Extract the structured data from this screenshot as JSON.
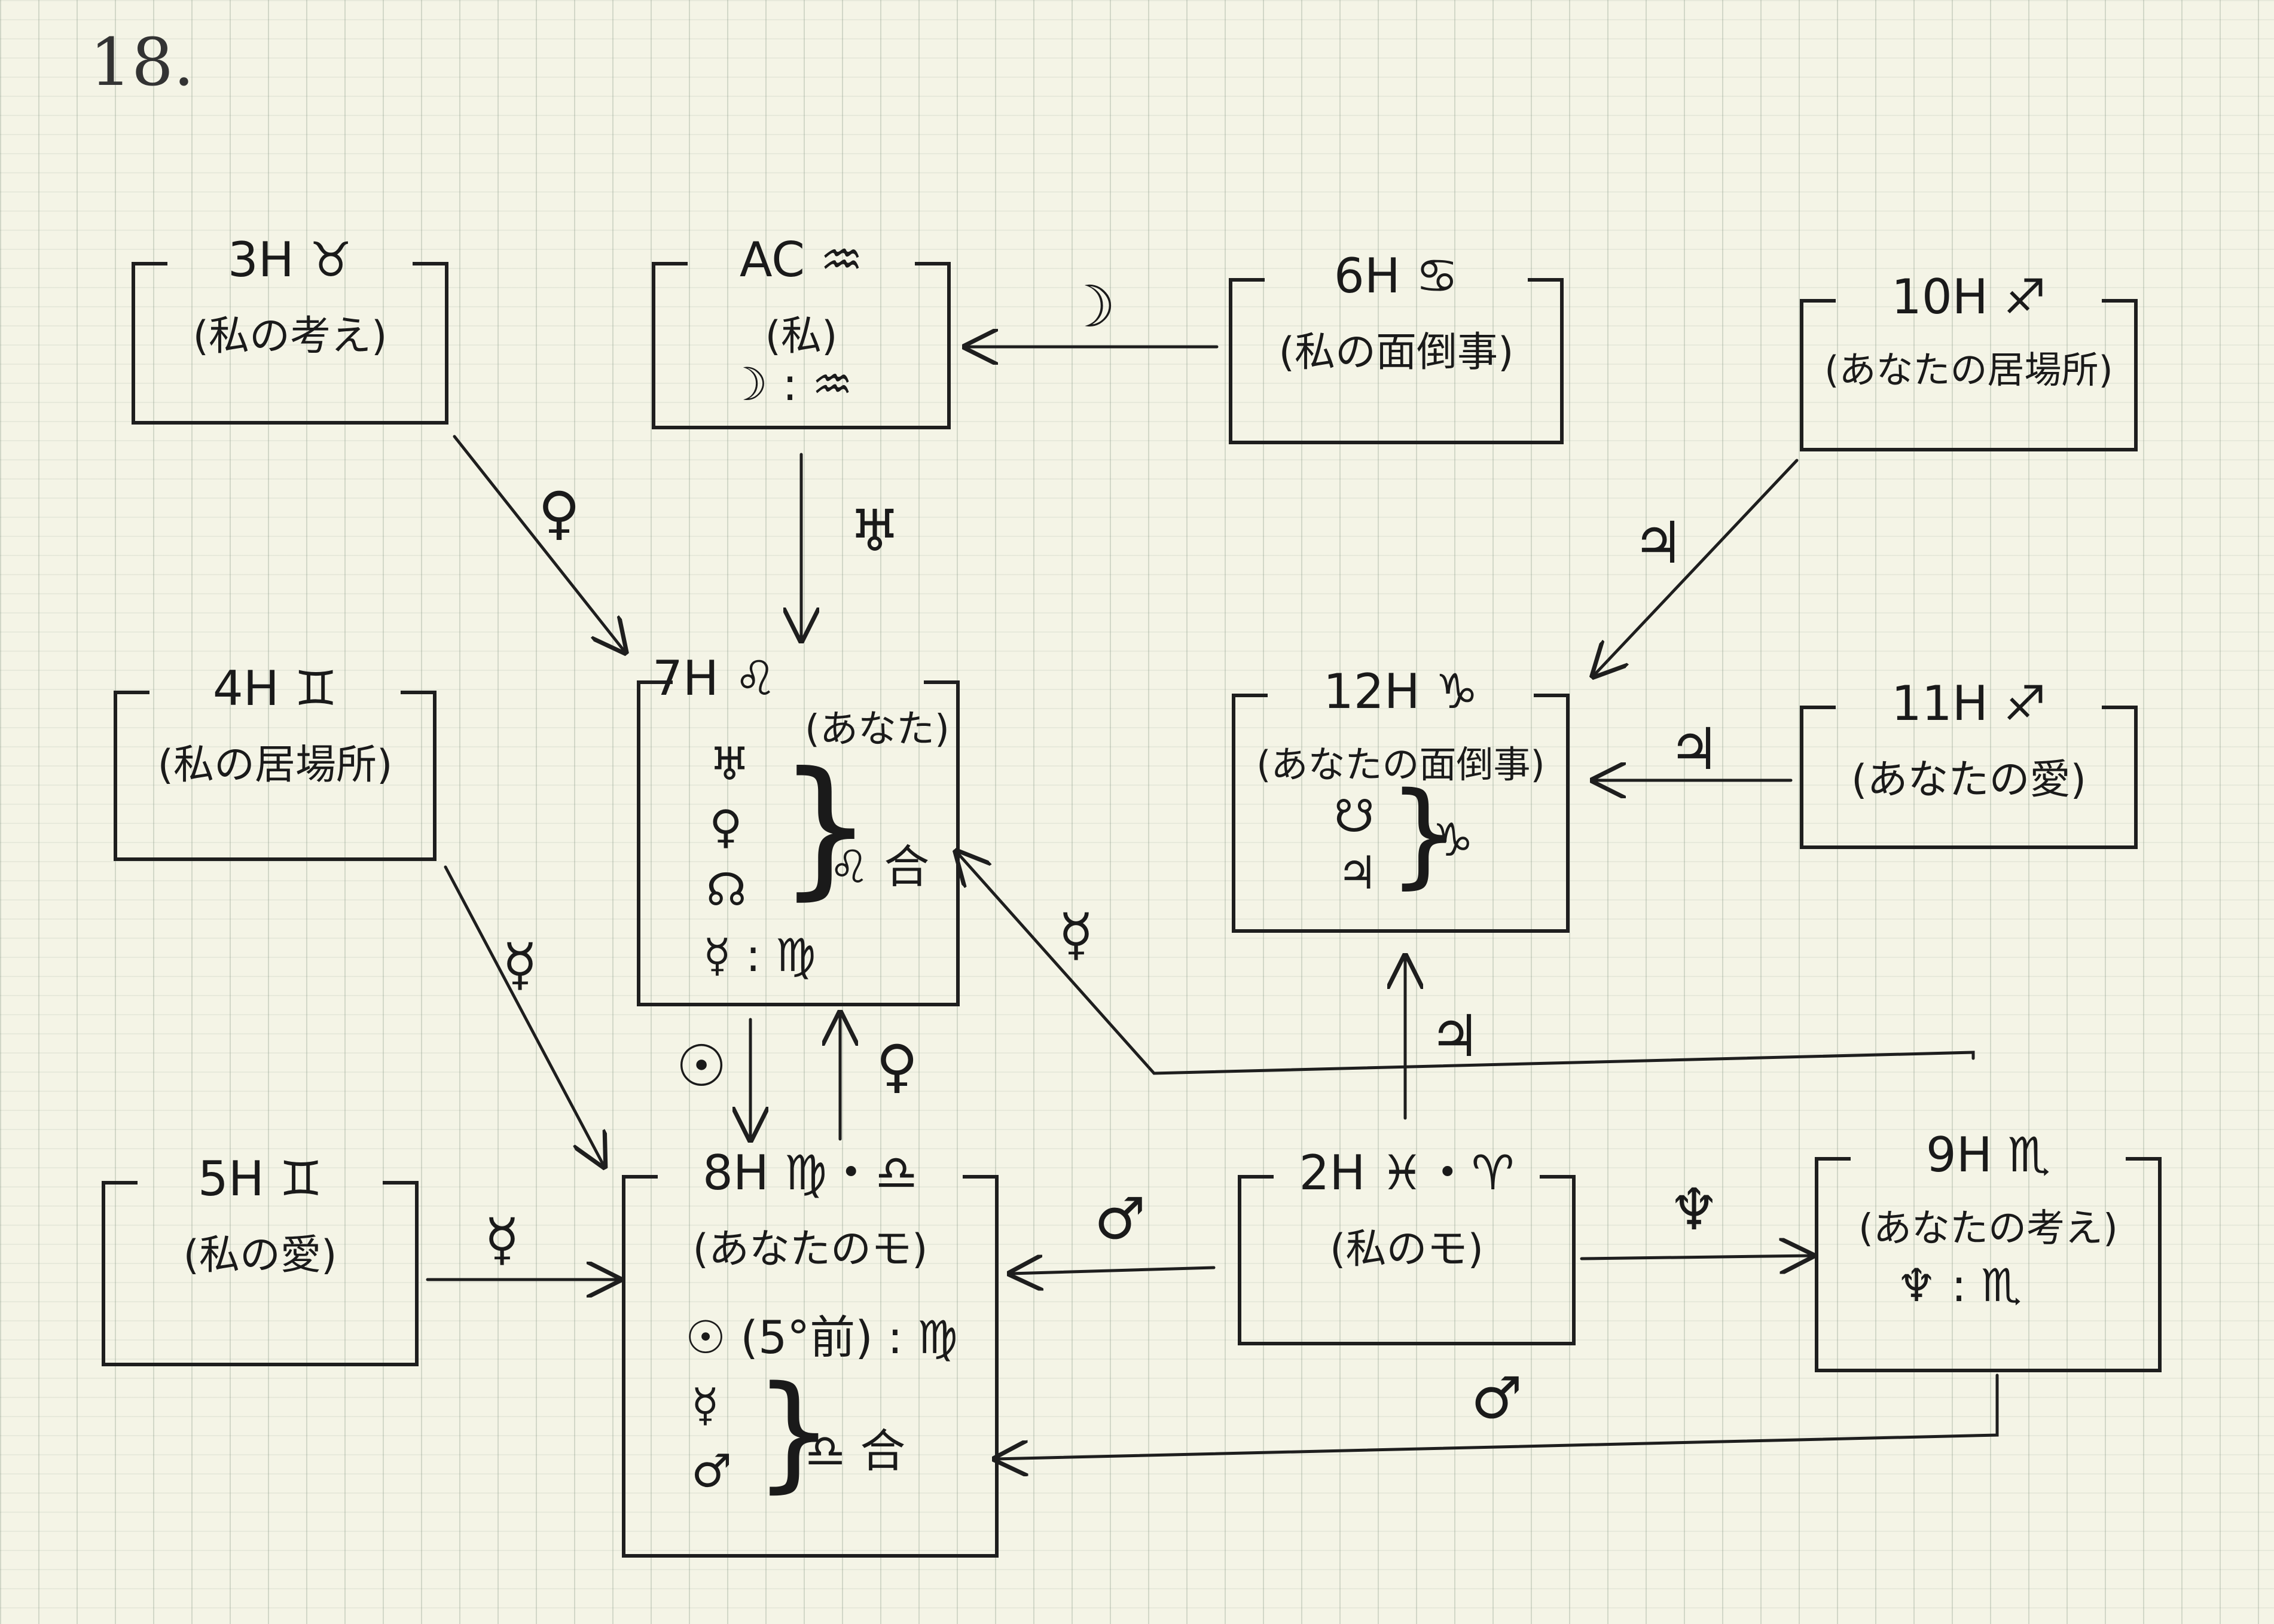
{
  "page_number": "18.",
  "boxes": {
    "h3": {
      "heading": "3H ♉",
      "subtitle": "(私の考え)"
    },
    "ac": {
      "heading": "AC ♒",
      "subtitle": "(私)",
      "line1": "☽ : ♒"
    },
    "h6": {
      "heading": "6H ♋",
      "subtitle": "(私の面倒事)"
    },
    "h10": {
      "heading": "10H ♐",
      "subtitle": "(あなたの居場所)"
    },
    "h4": {
      "heading": "4H ♊",
      "subtitle": "(私の居場所)"
    },
    "h7": {
      "heading": "7H ♌",
      "subtitle": "(あなた)",
      "planets": [
        "♅",
        "♀",
        "☊",
        "☿ : ♍"
      ],
      "conj_label": "♌ 合"
    },
    "h12": {
      "heading": "12H ♑",
      "subtitle": "(あなたの面倒事)",
      "planets": [
        "☋",
        "♃"
      ],
      "conj_label": "♑"
    },
    "h11": {
      "heading": "11H ♐",
      "subtitle": "(あなたの愛)"
    },
    "h5": {
      "heading": "5H ♊",
      "subtitle": "(私の愛)"
    },
    "h8": {
      "heading": "8H ♍・♎",
      "subtitle": "(あなたのモ)",
      "line1": "☉ (5°前) : ♍",
      "planets": [
        "☿",
        "♂"
      ],
      "conj_label": "♎ 合"
    },
    "h2": {
      "heading": "2H ♓・♈",
      "subtitle": "(私のモ)"
    },
    "h9": {
      "heading": "9H ♏",
      "subtitle": "(あなたの考え)",
      "line1": "♆ : ♏"
    }
  },
  "arrows": {
    "h6_to_ac": "☽",
    "ac_to_h7": "♅",
    "h3_to_h7": "♀",
    "h10_to_h12": "♃",
    "h11_to_h12": "♃",
    "h4_to_h8": "☿",
    "h7_to_h8": "☉",
    "h8_to_h7": "♀",
    "h9_to_h7": "☿",
    "h2_to_h12": "♃",
    "h5_to_h8": "☿",
    "h2_to_h8": "♂",
    "h2_to_h9": "♆",
    "h9_to_h8": "♂"
  }
}
